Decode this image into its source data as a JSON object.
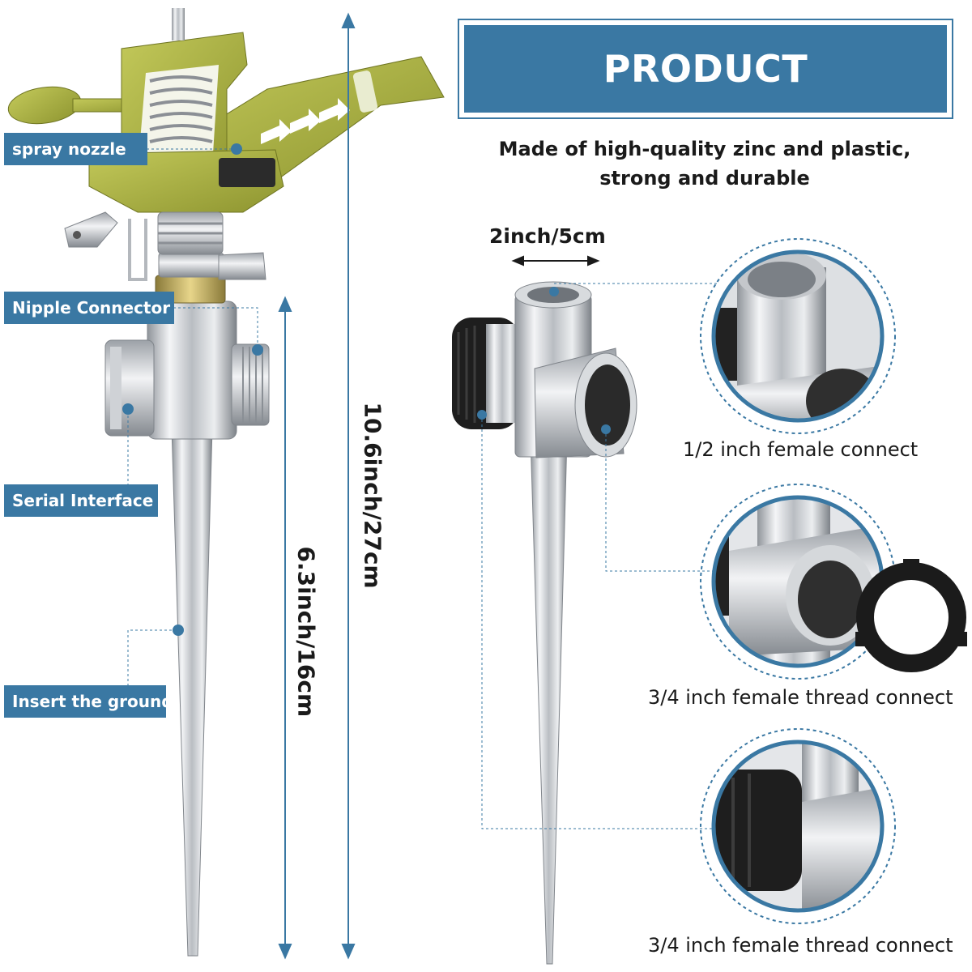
{
  "header": {
    "title": "PRODUCT DESCRIPTION",
    "subtitle_line1": "Made of high-quality zinc and plastic,",
    "subtitle_line2": "strong and durable"
  },
  "left_labels": {
    "spray_nozzle": "spray nozzle",
    "nipple_connector": "Nipple Connector",
    "serial_interface": "Serial Interface",
    "insert_ground": "Insert the ground"
  },
  "dimensions": {
    "total_height": "10.6inch/27cm",
    "spike_height": "6.3inch/16cm",
    "width": "2inch/5cm"
  },
  "detail_captions": {
    "detail_1": "1/2 inch female connect",
    "detail_2": "3/4 inch female thread connect",
    "detail_3": "3/4  inch female thread connect"
  },
  "colors": {
    "accent_blue": "#3a78a3",
    "sprinkler_green": "#a6ad3c",
    "metal_silver": "#c9ccd1",
    "rubber_black": "#1e1e1e"
  }
}
